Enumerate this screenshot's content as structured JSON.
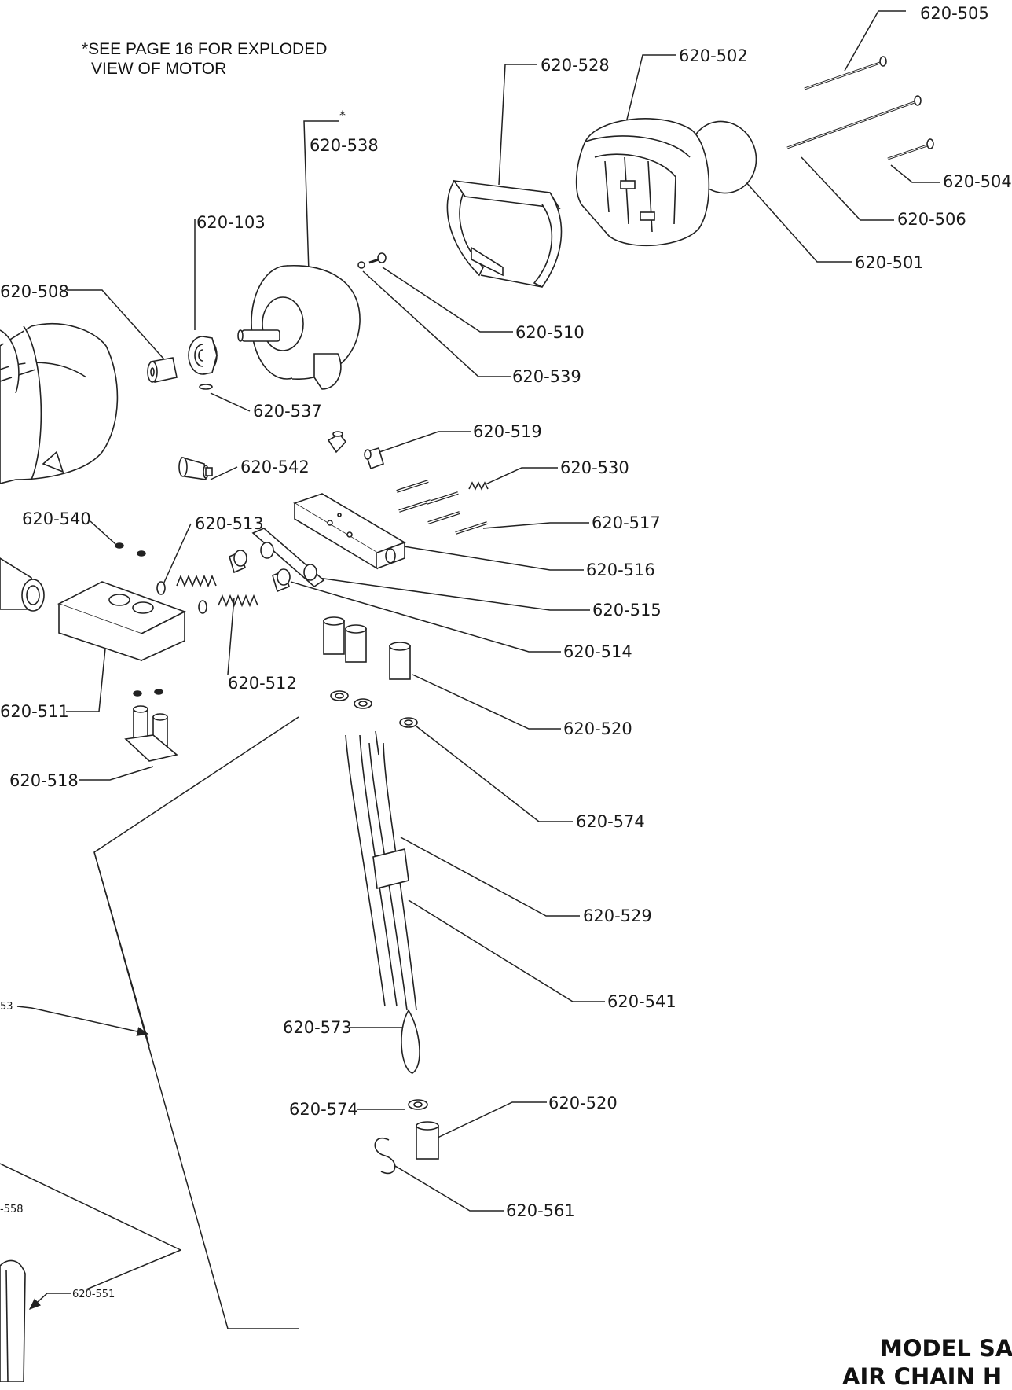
{
  "notes": {
    "line1": "*SEE PAGE 16 FOR EXPLODED",
    "line2": "VIEW OF MOTOR",
    "asterisk": "*"
  },
  "title": {
    "line1": "MODEL SA",
    "line2": "AIR CHAIN H"
  },
  "callouts": [
    {
      "id": "c505",
      "text": "620-505"
    },
    {
      "id": "c528",
      "text": "620-528"
    },
    {
      "id": "c502",
      "text": "620-502"
    },
    {
      "id": "c538",
      "text": "620-538"
    },
    {
      "id": "c504",
      "text": "620-504"
    },
    {
      "id": "c506",
      "text": "620-506"
    },
    {
      "id": "c103",
      "text": "620-103"
    },
    {
      "id": "c501",
      "text": "620-501"
    },
    {
      "id": "c508",
      "text": "620-508"
    },
    {
      "id": "c510",
      "text": "620-510"
    },
    {
      "id": "c539",
      "text": "620-539"
    },
    {
      "id": "c537",
      "text": "620-537"
    },
    {
      "id": "c519",
      "text": "620-519"
    },
    {
      "id": "c542",
      "text": "620-542"
    },
    {
      "id": "c530",
      "text": "620-530"
    },
    {
      "id": "c540",
      "text": "620-540"
    },
    {
      "id": "c513",
      "text": "620-513"
    },
    {
      "id": "c517",
      "text": "620-517"
    },
    {
      "id": "c516",
      "text": "620-516"
    },
    {
      "id": "c515",
      "text": "620-515"
    },
    {
      "id": "c514",
      "text": "620-514"
    },
    {
      "id": "c512",
      "text": "620-512"
    },
    {
      "id": "c511",
      "text": "620-511"
    },
    {
      "id": "c520a",
      "text": "620-520"
    },
    {
      "id": "c518",
      "text": "620-518"
    },
    {
      "id": "c574a",
      "text": "620-574"
    },
    {
      "id": "c529",
      "text": "620-529"
    },
    {
      "id": "c541",
      "text": "620-541"
    },
    {
      "id": "c573",
      "text": "620-573"
    },
    {
      "id": "c520b",
      "text": "620-520"
    },
    {
      "id": "c574b",
      "text": "620-574"
    },
    {
      "id": "c561",
      "text": "620-561"
    },
    {
      "id": "c558",
      "text": "-558"
    },
    {
      "id": "c551",
      "text": "620-551"
    },
    {
      "id": "c53x",
      "text": "53"
    }
  ]
}
